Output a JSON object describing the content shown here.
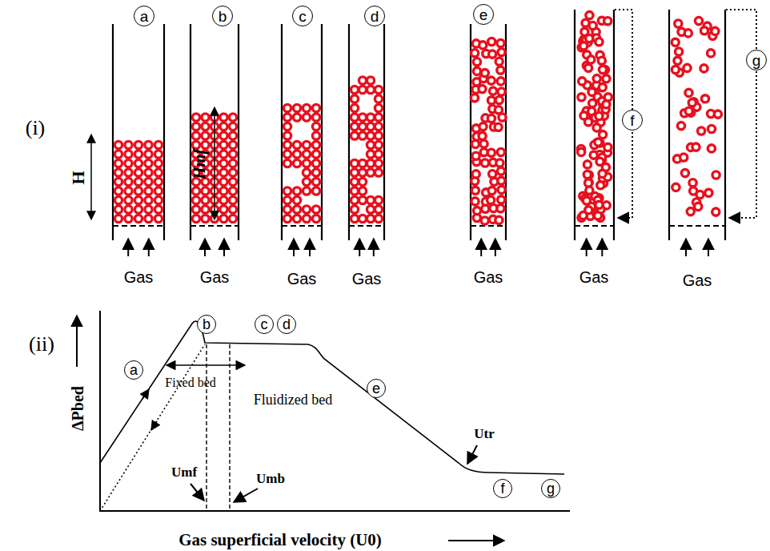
{
  "diagram": {
    "nodes": [
      {
        "text": [
          "a"
        ]
      },
      {
        "text": [
          "b"
        ]
      },
      {
        "text": [
          "c"
        ]
      },
      {
        "text": [
          "d"
        ]
      },
      {
        "text": [
          "e"
        ]
      },
      {
        "text": [
          "f"
        ]
      },
      {
        "text": [
          "g"
        ]
      },
      {
        "text": [
          "a"
        ]
      },
      {
        "text": [
          "b"
        ]
      },
      {
        "text": [
          "c"
        ]
      },
      {
        "text": [
          "d"
        ]
      },
      {
        "text": [
          "e"
        ]
      },
      {
        "text": [
          "f"
        ]
      },
      {
        "text": [
          "g"
        ]
      }
    ],
    "labels": [
      "(i)",
      "(ii)",
      "H",
      "Hmf",
      "Gas",
      "Gas",
      "Gas",
      "Gas",
      "Gas",
      "Gas",
      "Gas",
      "ΔPbed",
      "Fixed bed",
      "Fluidized bed",
      "Umf",
      "Umb",
      "Utr",
      "Gas superficial velocity (U0)"
    ]
  }
}
